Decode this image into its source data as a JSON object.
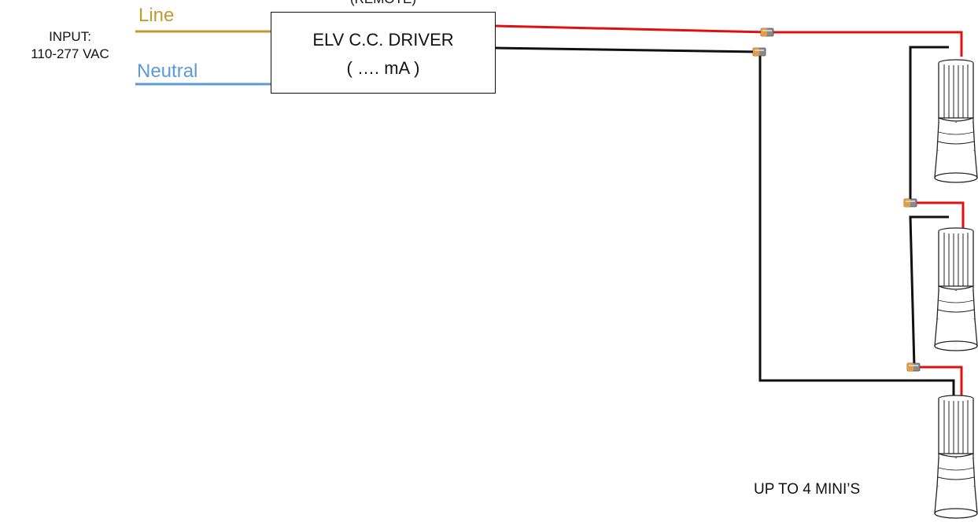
{
  "input": {
    "line1": "INPUT:",
    "line2": "110-277 VAC"
  },
  "wires": {
    "line_label": "Line",
    "neutral_label": "Neutral",
    "line_color": "#c39a2e",
    "neutral_color": "#5b9bd5",
    "positive_color": "#e01010",
    "negative_color": "#111111"
  },
  "driver": {
    "caption": "(REMOTE)",
    "title": "ELV C.C. DRIVER",
    "current": "( …. mA )"
  },
  "footer": {
    "note": "UP TO 4 MINI’S"
  },
  "components": {
    "connector_icon": "wire-connector-icon",
    "fixture_icon": "mini-light-fixture-icon",
    "fixture_count_shown": 3
  }
}
